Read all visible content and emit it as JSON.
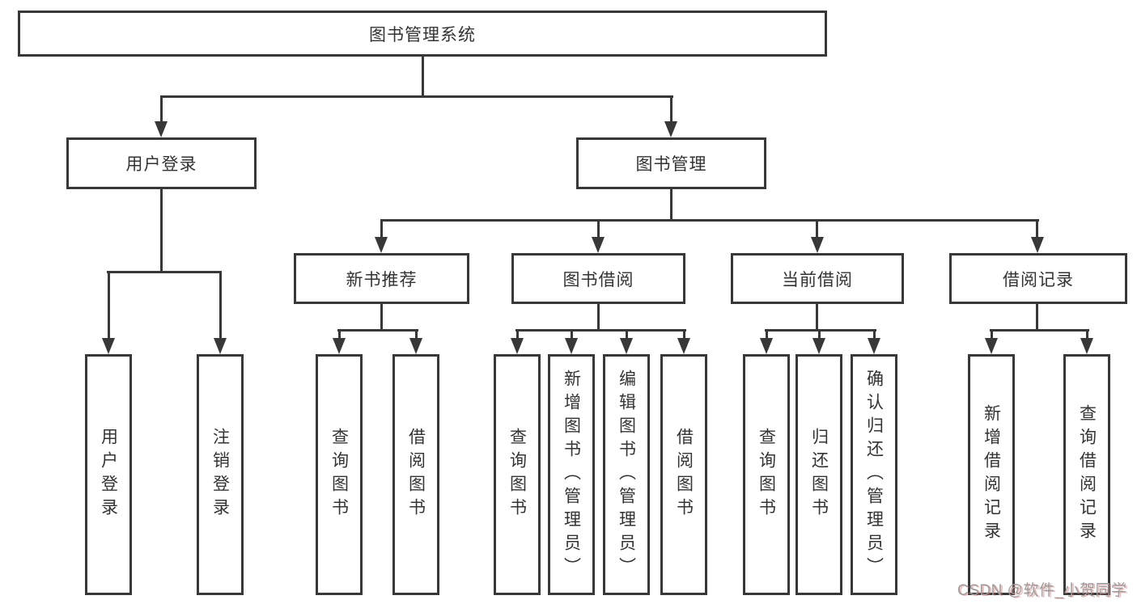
{
  "colors": {
    "line": "#383838",
    "text": "#333333",
    "watermark_gray": "#9c9c9c",
    "watermark_red": "#d46969"
  },
  "tree": {
    "root": {
      "label": "图书管理系统"
    },
    "children": [
      {
        "label": "用户登录",
        "children": [
          {
            "label": "用户登录"
          },
          {
            "label": "注销登录"
          }
        ]
      },
      {
        "label": "图书管理",
        "children": [
          {
            "label": "新书推荐",
            "children": [
              {
                "label": "查询图书"
              },
              {
                "label": "借阅图书"
              }
            ]
          },
          {
            "label": "图书借阅",
            "children": [
              {
                "label": "查询图书"
              },
              {
                "label": "新增图书（管理员）"
              },
              {
                "label": "编辑图书（管理员）"
              },
              {
                "label": "借阅图书"
              }
            ]
          },
          {
            "label": "当前借阅",
            "children": [
              {
                "label": "查询图书"
              },
              {
                "label": "归还图书"
              },
              {
                "label": "确认归还（管理员）"
              }
            ]
          },
          {
            "label": "借阅记录",
            "children": [
              {
                "label": "新增借阅记录"
              },
              {
                "label": "查询借阅记录"
              }
            ]
          }
        ]
      }
    ]
  },
  "watermark": {
    "text": "CSDN @软件_小贺同学"
  }
}
